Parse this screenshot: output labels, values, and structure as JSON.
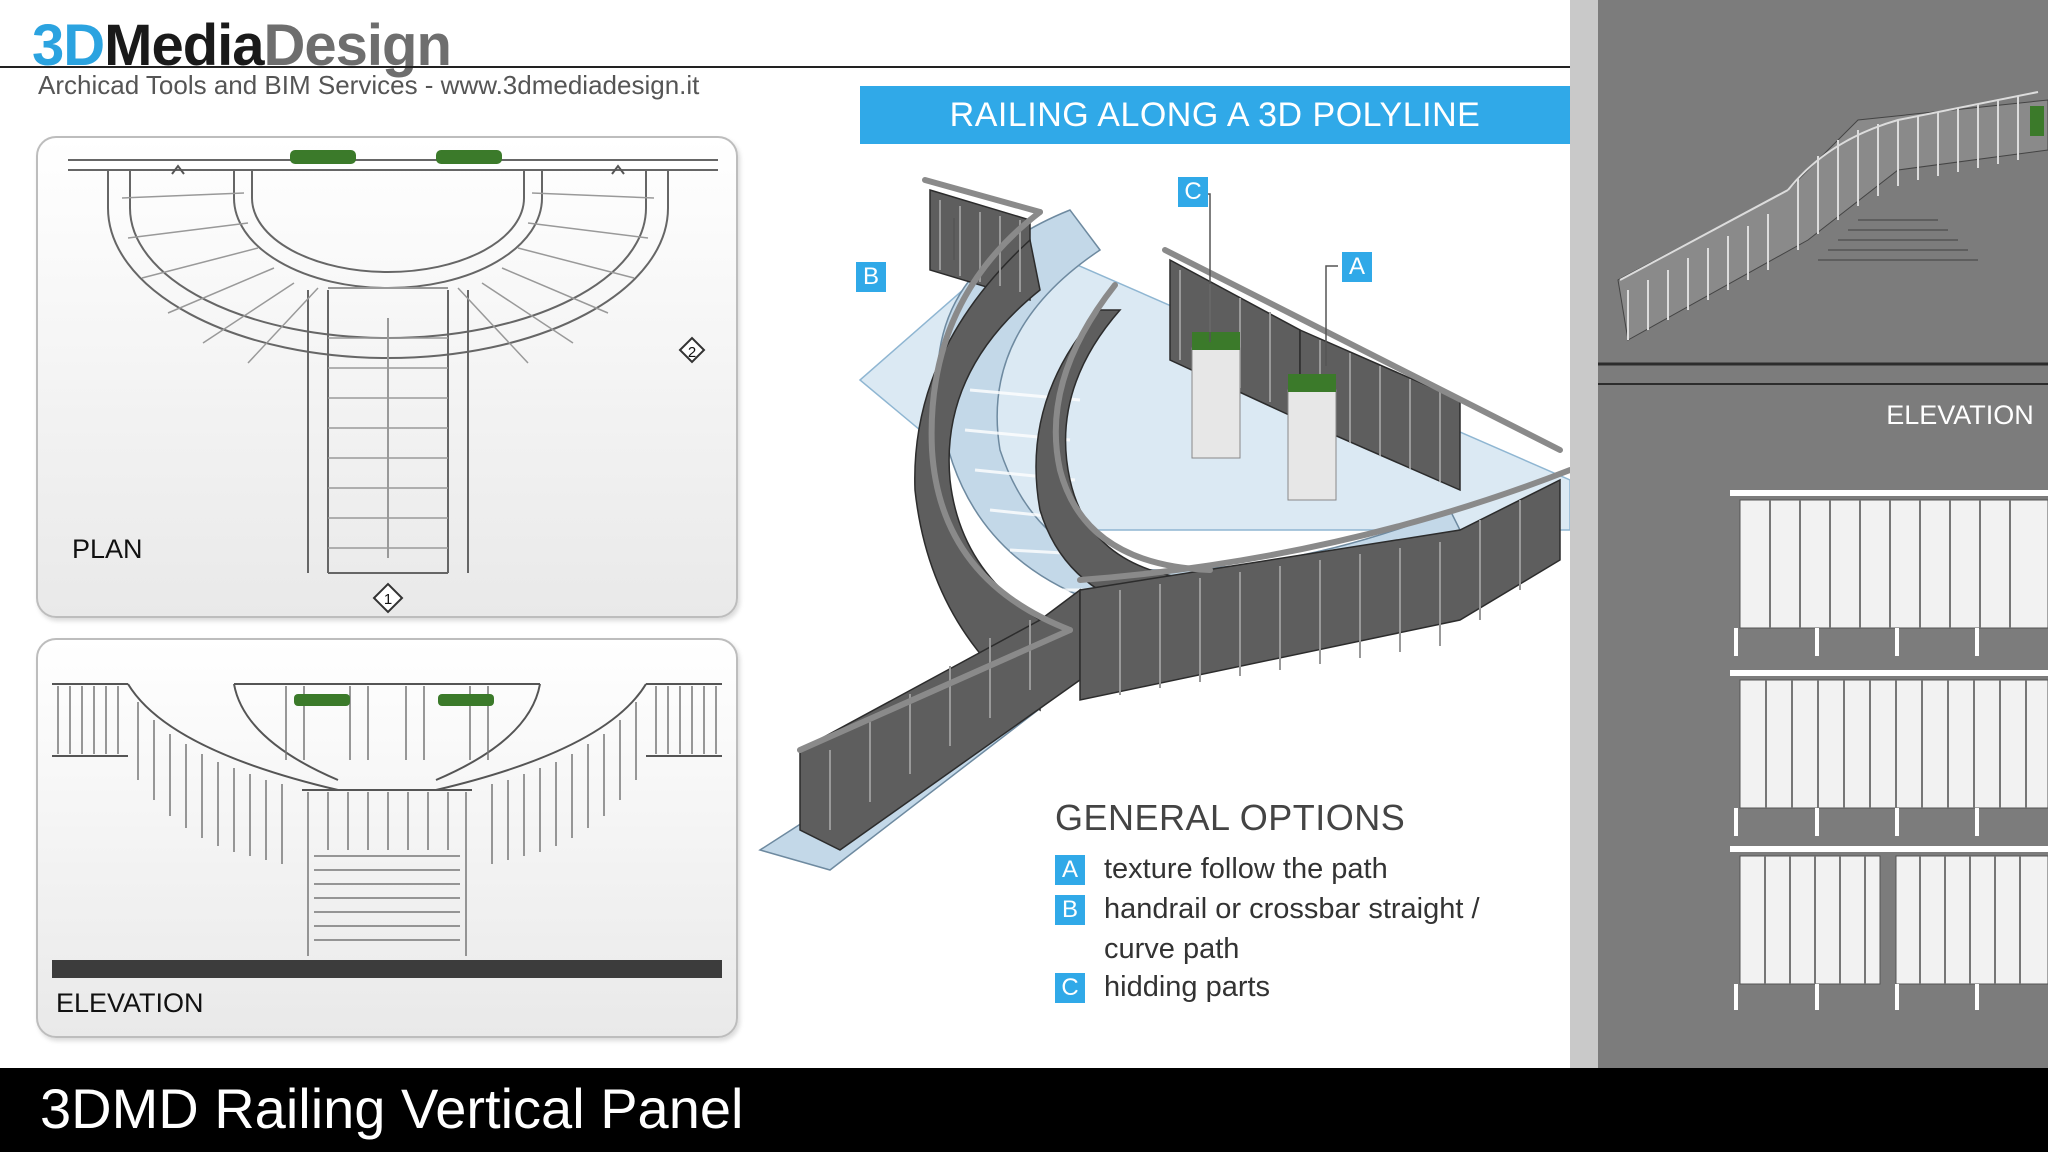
{
  "brand": {
    "part1": "3D",
    "part2": "Media",
    "part3": "Design",
    "tagline": "Archicad Tools and BIM Services - www.3dmediadesign.it"
  },
  "plan_panel": {
    "label": "PLAN",
    "marker1": "1",
    "marker2": "2"
  },
  "elevation_panel": {
    "label": "ELEVATION"
  },
  "center": {
    "banner": "RAILING ALONG A 3D POLYLINE",
    "callouts": [
      "A",
      "B",
      "C"
    ],
    "options_title": "GENERAL OPTIONS",
    "options": [
      {
        "badge": "A",
        "line1": "texture follow the path",
        "line2": ""
      },
      {
        "badge": "B",
        "line1": "handrail or crossbar straight /",
        "line2": "curve path"
      },
      {
        "badge": "C",
        "line1": "hidding parts",
        "line2": ""
      }
    ]
  },
  "right_panel": {
    "label": "ELEVATION"
  },
  "footer": {
    "title": "3DMD Railing Vertical Panel"
  },
  "colors": {
    "accent": "#30a9e8",
    "dark_panel": "#7c7c7c",
    "footer_bg": "#000000"
  }
}
